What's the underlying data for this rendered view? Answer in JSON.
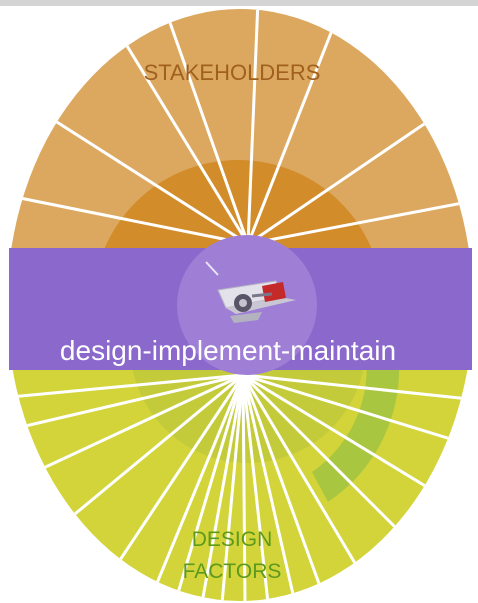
{
  "diagram": {
    "top_label": "STAKEHOLDERS",
    "band_label": "design-implement-maintain",
    "bottom_label_line1": "DESIGN",
    "bottom_label_line2": "FACTORS"
  },
  "colors": {
    "top_fill": "#dca860",
    "top_inner": "#d28c2a",
    "band": "#8a68cc",
    "band_circle": "#9f7fd6",
    "bottom_fill": "#d2d43a",
    "bottom_inner": "#c3cb3a",
    "bottom_arc": "#a9c640",
    "top_label_color": "#a0601e",
    "band_label_color": "#ffffff",
    "bottom_label_color": "#5c9a1c",
    "spoke": "#ffffff"
  },
  "icon": "robot-icon"
}
